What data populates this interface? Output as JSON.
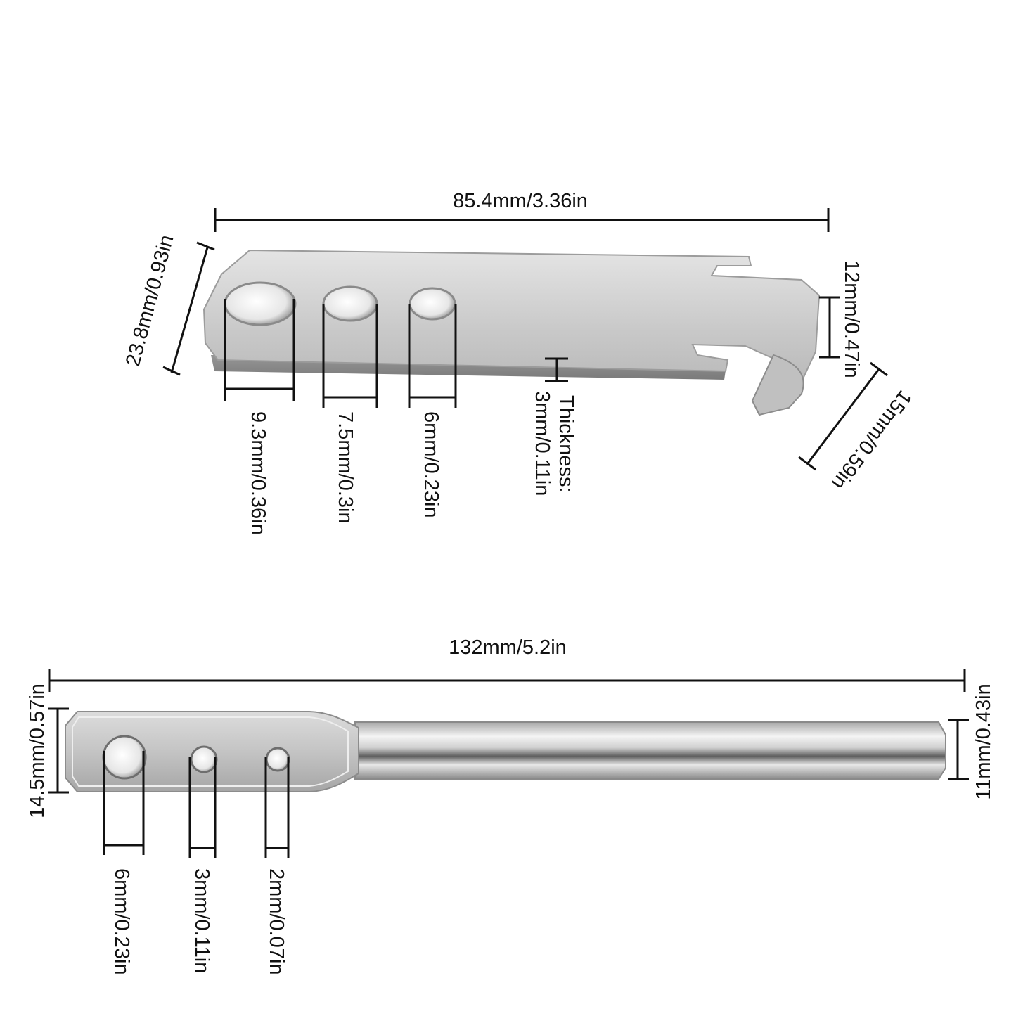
{
  "colors": {
    "metal_light": "#d9d9d9",
    "metal_mid": "#b8b8b8",
    "metal_dark": "#8e8e8e",
    "ink": "#111111",
    "background": "#ffffff"
  },
  "tool1": {
    "length": "85.4mm/3.36in",
    "width": "23.8mm/0.93in",
    "hole_large": "9.3mm/0.36in",
    "hole_medium": "7.5mm/0.3in",
    "hole_small": "6mm/0.23in",
    "thickness_label": "Thickness:",
    "thickness_value": "3mm/0.11in",
    "slot": "12mm/0.47in",
    "hook": "15mm/0.59in"
  },
  "tool2": {
    "length": "132mm/5.2in",
    "head_width": "14.5mm/0.57in",
    "shaft_diameter": "11mm/0.43in",
    "hole_large": "6mm/0.23in",
    "hole_medium": "3mm/0.11in",
    "hole_small": "2mm/0.07in"
  }
}
